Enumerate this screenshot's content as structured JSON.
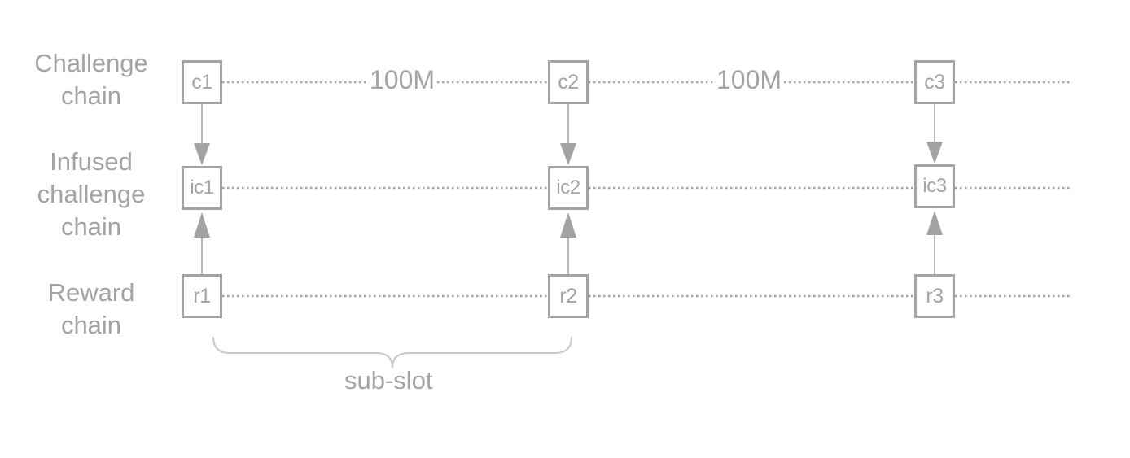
{
  "diagram": {
    "colors": {
      "stroke": "#a3a3a3",
      "text": "#a3a3a3",
      "background": "#ffffff"
    },
    "rows": [
      {
        "label_lines": [
          "Challenge",
          "chain"
        ],
        "nodes": [
          "c1",
          "c2",
          "c3"
        ]
      },
      {
        "label_lines": [
          "Infused",
          "challenge",
          "chain"
        ],
        "nodes": [
          "ic1",
          "ic2",
          "ic3"
        ]
      },
      {
        "label_lines": [
          "Reward",
          "chain"
        ],
        "nodes": [
          "r1",
          "r2",
          "r3"
        ]
      }
    ],
    "challenge_gaps": [
      "100M",
      "100M"
    ],
    "brace_label": "sub-slot"
  }
}
